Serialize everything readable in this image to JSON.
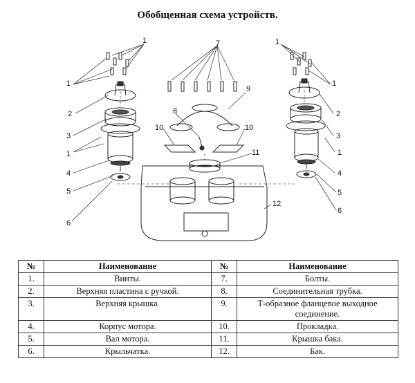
{
  "title": "Обобщенная схема устройств.",
  "callouts": [
    "1",
    "2",
    "3",
    "4",
    "5",
    "6",
    "7",
    "8",
    "9",
    "10",
    "11",
    "12"
  ],
  "table": {
    "headers": [
      "№",
      "Наименование",
      "№",
      "Наименование"
    ],
    "rows": [
      {
        "n1": "1.",
        "name1": "Винты.",
        "n2": "7.",
        "name2": "Болты."
      },
      {
        "n1": "2.",
        "name1": "Верхняя пластина с ручкой.",
        "n2": "8.",
        "name2": "Соединительная трубка."
      },
      {
        "n1": "3.",
        "name1": "Верхняя крышка.",
        "n2": "9.",
        "name2": "Т-образное фланцевое выходное соединение."
      },
      {
        "n1": "4.",
        "name1": "Корпус мотора.",
        "n2": "10.",
        "name2": "Прокладка."
      },
      {
        "n1": "5.",
        "name1": "Вал мотора.",
        "n2": "11.",
        "name2": "Крышка бака."
      },
      {
        "n1": "6.",
        "name1": "Крыльчатка.",
        "n2": "12.",
        "name2": "Бак."
      }
    ]
  }
}
